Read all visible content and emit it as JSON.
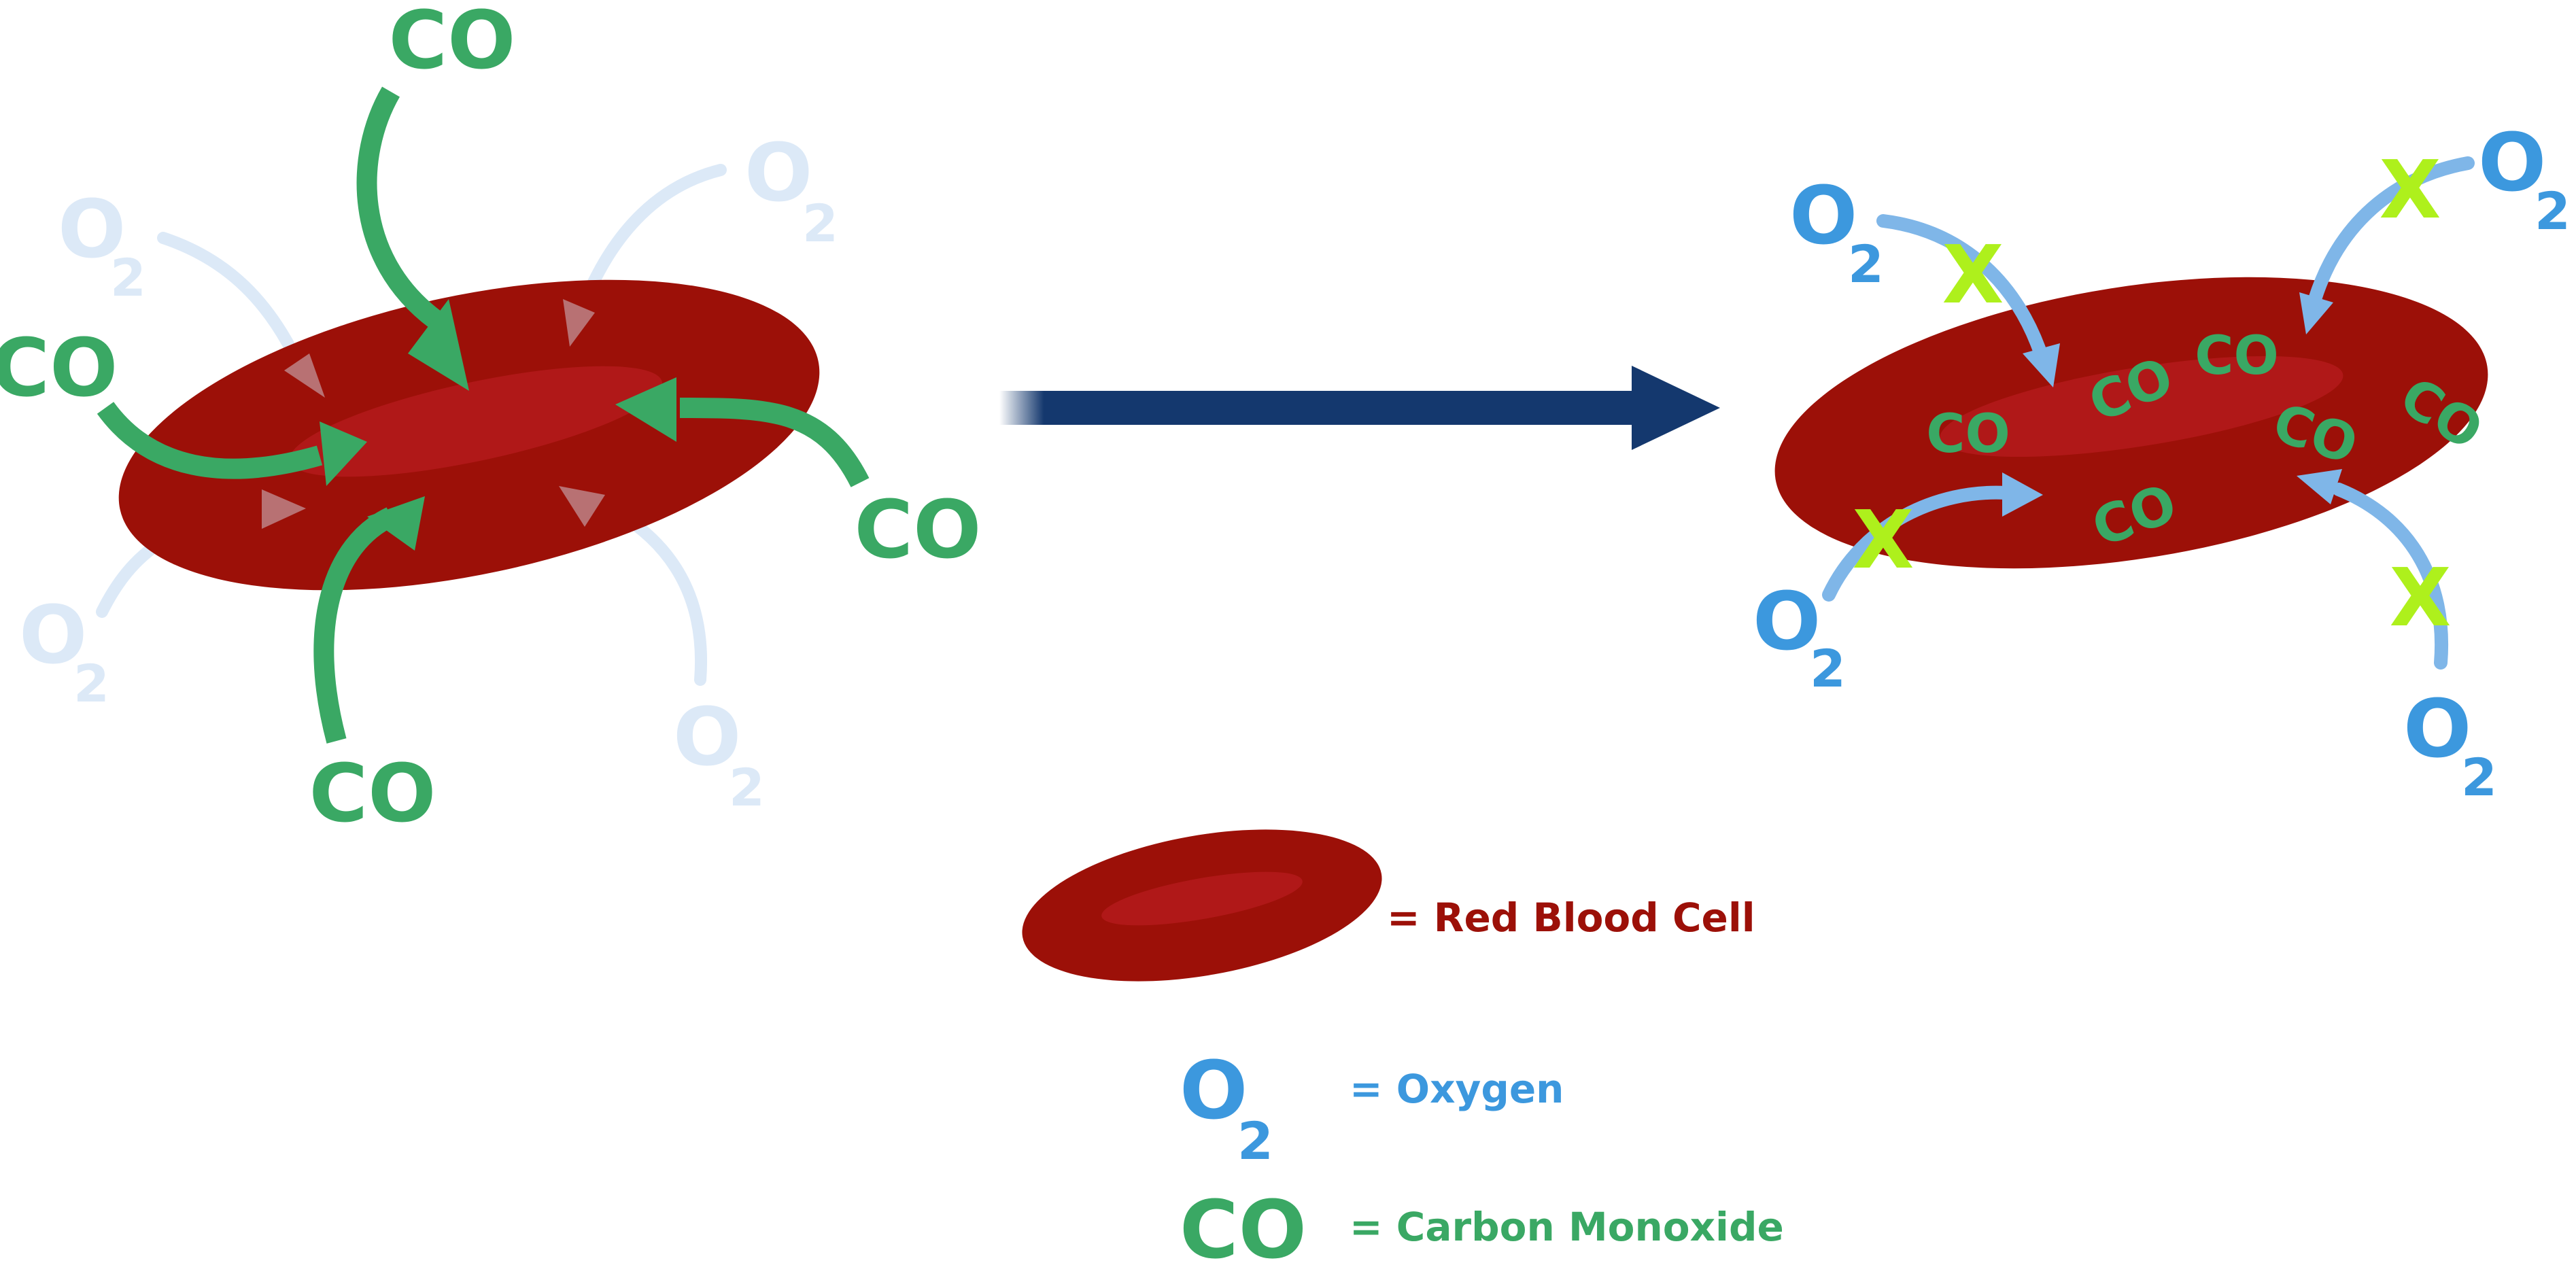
{
  "colors": {
    "cell": "#9c1008",
    "cell_inner": "#b01818",
    "co_green": "#3aa864",
    "o2_blue": "#3c98de",
    "o2_light": "#7fb6e8",
    "o2_faded": "#dce9f7",
    "blocked_x": "#aef01c",
    "main_arrow": "#14386e",
    "legend_oxygen": "#3c98de",
    "legend_co": "#3aa864",
    "legend_rbc": "#9c1008"
  },
  "labels": {
    "co": "CO",
    "o2_letter": "O",
    "o2_sub": "2",
    "blocked": "X"
  },
  "legend": {
    "rbc_text": "= Red Blood Cell",
    "o2_letter": "O",
    "o2_sub": "2",
    "oxygen_text": "= Oxygen",
    "co_symbol": "CO",
    "co_text": "= Carbon Monoxide"
  }
}
